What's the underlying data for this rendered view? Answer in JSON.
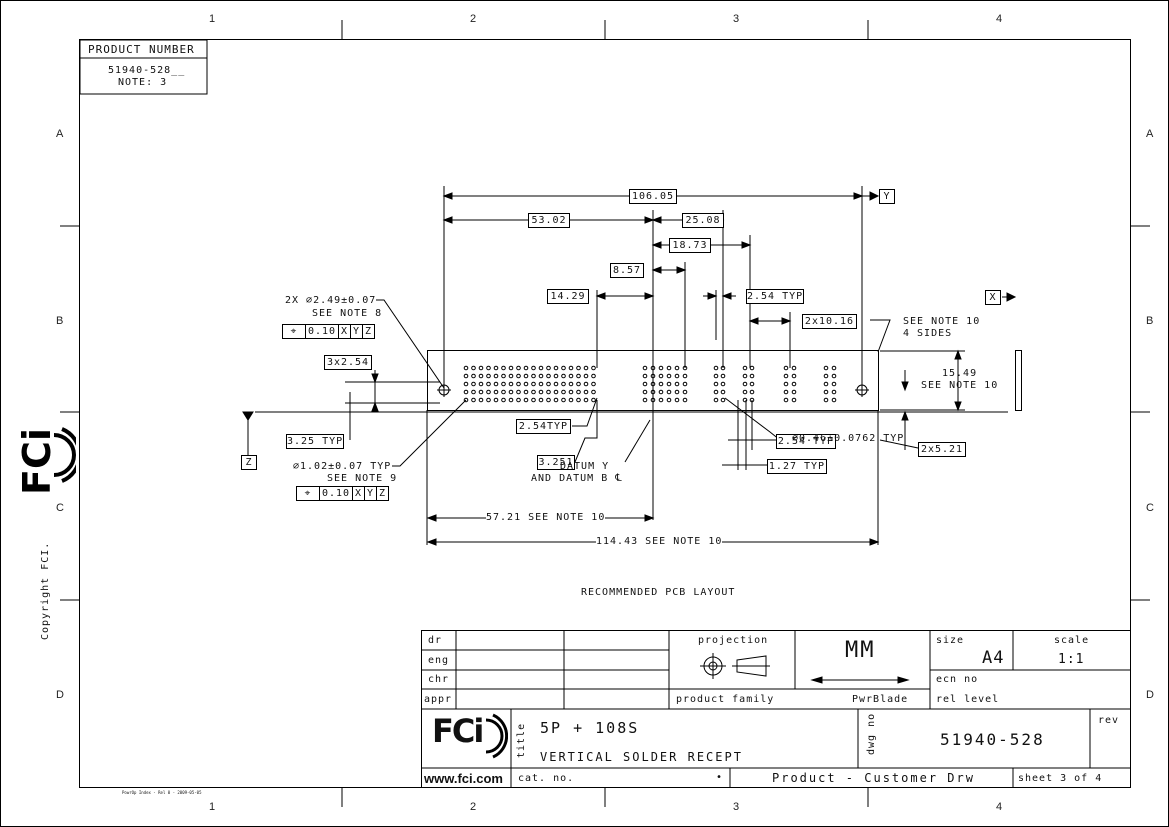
{
  "frame": {
    "columns": [
      "1",
      "2",
      "3",
      "4"
    ],
    "rows": [
      "A",
      "B",
      "C",
      "D"
    ]
  },
  "product_number": {
    "header": "PRODUCT NUMBER",
    "value": "51940-528__",
    "note": "NOTE: 3"
  },
  "dimensions": {
    "d106": "106.05",
    "d53": "53.02",
    "d25": "25.08",
    "d18": "18.73",
    "d8": "8.57",
    "d14": "14.29",
    "d254typ": "2.54 TYP",
    "d2x1016": "2x10.16",
    "d3x254": "3x2.54",
    "d325typ": "3.25 TYP",
    "d254typ2": "2.54TYP",
    "d3251": "3.251",
    "d254typ3": "2.54 TYP",
    "d127typ": "1.27 TYP",
    "d2x521": "2x5.21",
    "d1549": "15.49",
    "d5721": "57.21 SEE NOTE 10",
    "d11443": "114.43 SEE NOTE 10"
  },
  "datums": {
    "y": "Y",
    "x": "X",
    "z": "Z"
  },
  "notes": {
    "hole1_l1": "2X ∅2.49±0.07",
    "hole1_l2": "SEE NOTE 8",
    "fcf1": [
      "0.10",
      "X",
      "Y",
      "Z"
    ],
    "hole2_l1": "∅1.02±0.07 TYP",
    "hole2_l2": "SEE NOTE 9",
    "fcf2": [
      "0.10",
      "X",
      "Y",
      "Z"
    ],
    "note10_l1": "SEE NOTE 10",
    "note10_l2": "4 SIDES",
    "see_note10": "SEE NOTE 10",
    "datum_l1": "DATUM Y",
    "datum_l2": "AND DATUM B ℄",
    "hole3": "∅0.46±0.0762 TYP",
    "caption": "RECOMMENDED PCB LAYOUT"
  },
  "copyright": "Copyright FCI.",
  "title_block": {
    "dr": "dr",
    "eng": "eng",
    "chr": "chr",
    "appr": "appr",
    "projection": "projection",
    "units": "MM",
    "size_label": "size",
    "size": "A4",
    "scale_label": "scale",
    "scale": "1:1",
    "ecn": "ecn no",
    "rel": "rel level",
    "product_family_label": "product family",
    "product_family": "PwrBlade",
    "title_label": "title",
    "title1": "5P + 108S",
    "title2": "VERTICAL SOLDER RECEPT",
    "dwg_label": "dwg no",
    "dwg_no": "51940-528",
    "rev_label": "rev",
    "website": "www.fci.com",
    "cat_label": "cat. no.",
    "cat_mark": "•",
    "product_type": "Product - Customer Drw",
    "sheet": "sheet 3 of 4",
    "logo": "FCi"
  },
  "footer_small": "PowrOp Index - Rel 0 - 2009-05-05"
}
